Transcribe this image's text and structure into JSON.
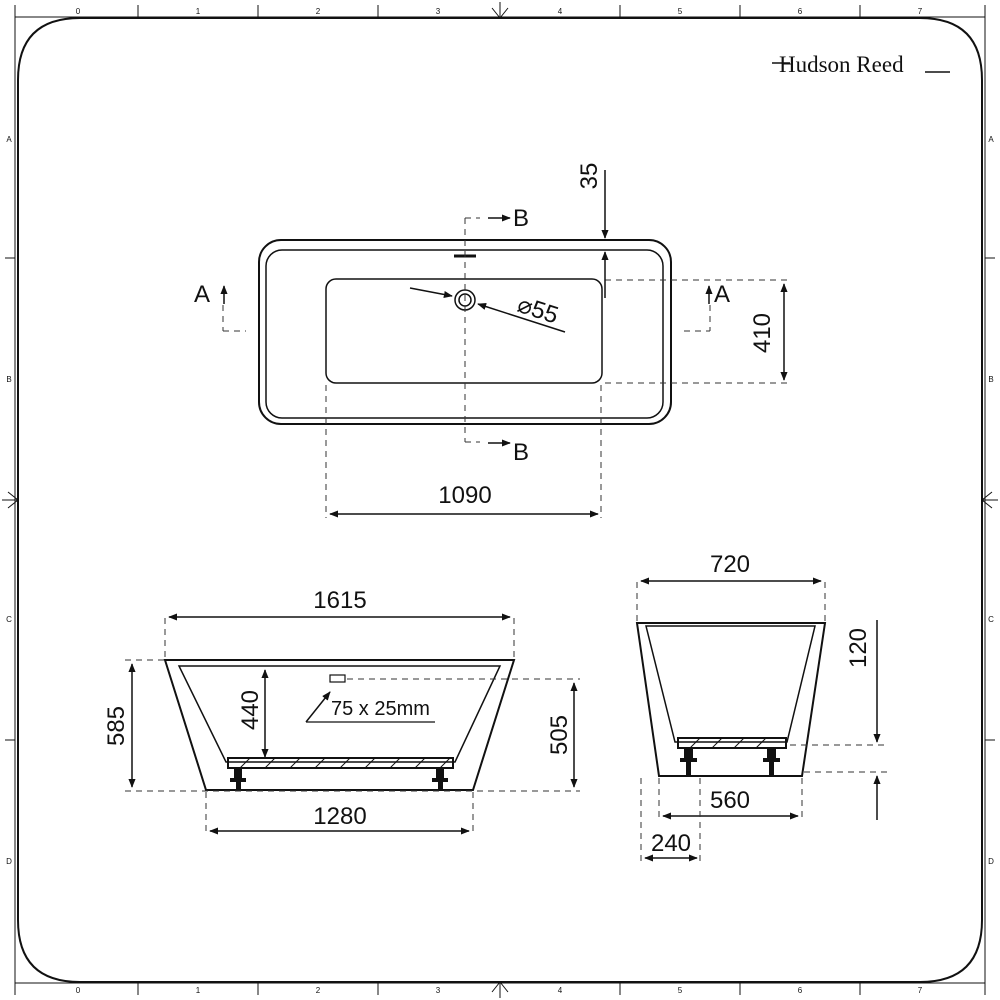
{
  "brand": {
    "name": "Hudson Reed"
  },
  "ruler": {
    "columns": [
      "0",
      "1",
      "2",
      "3",
      "4",
      "5",
      "6",
      "7"
    ],
    "rows": [
      "A",
      "B",
      "C",
      "D"
    ]
  },
  "plan_view": {
    "section_a": "A",
    "section_b": "B",
    "waste_label": "⌀55",
    "inner_width": "1090",
    "inner_depth": "410",
    "rim_offset": "35"
  },
  "side_view": {
    "top_length": "1615",
    "base_length": "1280",
    "total_height": "585",
    "rim_height": "505",
    "inner_depth": "440",
    "overflow_label": "75 x 25mm"
  },
  "end_view": {
    "top_width": "720",
    "base_width": "560",
    "foot_offset": "240",
    "lip_height": "120"
  }
}
